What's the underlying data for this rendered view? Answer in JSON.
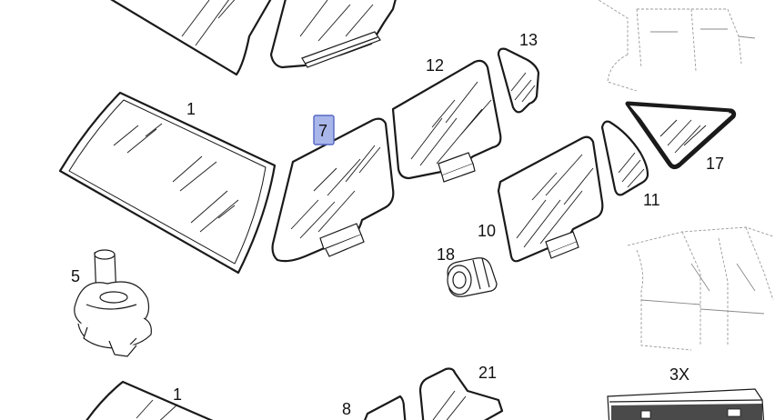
{
  "colors": {
    "highlight_fill": "#a9b6ea",
    "highlight_stroke": "#5566c2",
    "line": "#1a1a1a"
  },
  "callouts": [
    {
      "id": "c1_top",
      "label": "1"
    },
    {
      "id": "c5",
      "label": "5"
    },
    {
      "id": "c7",
      "label": "7",
      "highlighted": true
    },
    {
      "id": "c12",
      "label": "12"
    },
    {
      "id": "c13",
      "label": "13"
    },
    {
      "id": "c17",
      "label": "17"
    },
    {
      "id": "c11",
      "label": "11"
    },
    {
      "id": "c10",
      "label": "10"
    },
    {
      "id": "c18",
      "label": "18"
    },
    {
      "id": "c1_bottom",
      "label": "1"
    },
    {
      "id": "c8",
      "label": "8"
    },
    {
      "id": "c21",
      "label": "21"
    },
    {
      "id": "c3x",
      "label": "3X"
    }
  ]
}
